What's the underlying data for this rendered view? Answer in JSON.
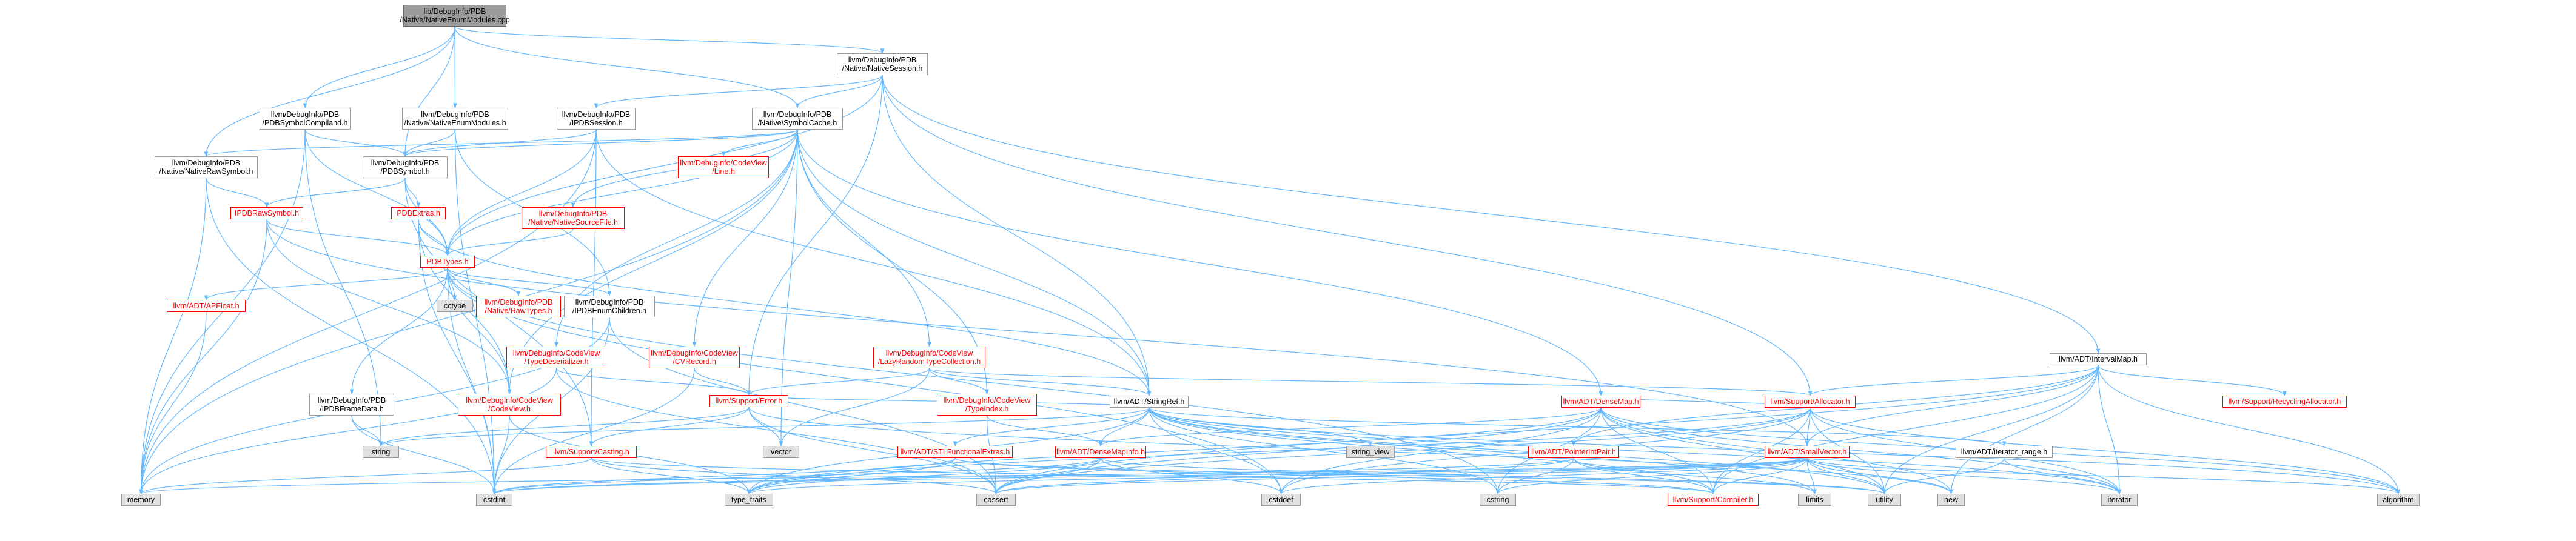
{
  "diagram": {
    "edge_color": "#63b8ff",
    "nodes": [
      {
        "id": "root",
        "label": "lib/DebugInfo/PDB\n/Native/NativeEnumModules.cpp",
        "style": "root"
      },
      {
        "id": "nativesession",
        "label": "llvm/DebugInfo/PDB\n/Native/NativeSession.h",
        "style": "normal"
      },
      {
        "id": "pdbsymbolcompiland",
        "label": "llvm/DebugInfo/PDB\n/PDBSymbolCompiland.h",
        "style": "normal"
      },
      {
        "id": "nativeenummodules",
        "label": "llvm/DebugInfo/PDB\n/Native/NativeEnumModules.h",
        "style": "normal"
      },
      {
        "id": "ipdbsession",
        "label": "llvm/DebugInfo/PDB\n/IPDBSession.h",
        "style": "normal"
      },
      {
        "id": "symbolcache",
        "label": "llvm/DebugInfo/PDB\n/Native/SymbolCache.h",
        "style": "normal"
      },
      {
        "id": "intervalmap",
        "label": "llvm/ADT/IntervalMap.h",
        "style": "normal"
      },
      {
        "id": "nativerawsymbol",
        "label": "llvm/DebugInfo/PDB\n/Native/NativeRawSymbol.h",
        "style": "normal"
      },
      {
        "id": "pdbsymbol",
        "label": "llvm/DebugInfo/PDB\n/PDBSymbol.h",
        "style": "normal"
      },
      {
        "id": "cvline",
        "label": "llvm/DebugInfo/CodeView\n/Line.h",
        "style": "red"
      },
      {
        "id": "ipdbrawsymbol",
        "label": "IPDBRawSymbol.h",
        "style": "red"
      },
      {
        "id": "pdbextras",
        "label": "PDBExtras.h",
        "style": "red"
      },
      {
        "id": "nativesourcefile",
        "label": "llvm/DebugInfo/PDB\n/Native/NativeSourceFile.h",
        "style": "red"
      },
      {
        "id": "pdbtypes",
        "label": "PDBTypes.h",
        "style": "red"
      },
      {
        "id": "apfloat",
        "label": "llvm/ADT/APFloat.h",
        "style": "red"
      },
      {
        "id": "cctype",
        "label": "cctype",
        "style": "gray"
      },
      {
        "id": "rawtypes",
        "label": "llvm/DebugInfo/PDB\n/Native/RawTypes.h",
        "style": "red"
      },
      {
        "id": "ipdbenumchildren",
        "label": "llvm/DebugInfo/PDB\n/IPDBEnumChildren.h",
        "style": "normal"
      },
      {
        "id": "typedeserializer",
        "label": "llvm/DebugInfo/CodeView\n/TypeDeserializer.h",
        "style": "red"
      },
      {
        "id": "cvrecord",
        "label": "llvm/DebugInfo/CodeView\n/CVRecord.h",
        "style": "red"
      },
      {
        "id": "lazyrandom",
        "label": "llvm/DebugInfo/CodeView\n/LazyRandomTypeCollection.h",
        "style": "red"
      },
      {
        "id": "ipdbframedata",
        "label": "llvm/DebugInfo/PDB\n/IPDBFrameData.h",
        "style": "normal"
      },
      {
        "id": "codeview",
        "label": "llvm/DebugInfo/CodeView\n/CodeView.h",
        "style": "red"
      },
      {
        "id": "supporterror",
        "label": "llvm/Support/Error.h",
        "style": "red"
      },
      {
        "id": "typeindex",
        "label": "llvm/DebugInfo/CodeView\n/TypeIndex.h",
        "style": "red"
      },
      {
        "id": "stringref",
        "label": "llvm/ADT/StringRef.h",
        "style": "normal"
      },
      {
        "id": "densemap",
        "label": "llvm/ADT/DenseMap.h",
        "style": "red"
      },
      {
        "id": "allocator",
        "label": "llvm/Support/Allocator.h",
        "style": "red"
      },
      {
        "id": "recyclingallocator",
        "label": "llvm/Support/RecyclingAllocator.h",
        "style": "red"
      },
      {
        "id": "string",
        "label": "string",
        "style": "gray"
      },
      {
        "id": "vector",
        "label": "vector",
        "style": "gray"
      },
      {
        "id": "string_view",
        "label": "string_view",
        "style": "gray"
      },
      {
        "id": "pointerintpair",
        "label": "llvm/ADT/PointerIntPair.h",
        "style": "red"
      },
      {
        "id": "smallvector",
        "label": "llvm/ADT/SmallVector.h",
        "style": "red"
      },
      {
        "id": "iteratorrange",
        "label": "llvm/ADT/iterator_range.h",
        "style": "normal"
      },
      {
        "id": "casting",
        "label": "llvm/Support/Casting.h",
        "style": "red"
      },
      {
        "id": "stlfunctional",
        "label": "llvm/ADT/STLFunctionalExtras.h",
        "style": "red"
      },
      {
        "id": "densemapinfo",
        "label": "llvm/ADT/DenseMapInfo.h",
        "style": "red"
      },
      {
        "id": "memory",
        "label": "memory",
        "style": "gray"
      },
      {
        "id": "cstdint",
        "label": "cstdint",
        "style": "gray"
      },
      {
        "id": "type_traits",
        "label": "type_traits",
        "style": "gray"
      },
      {
        "id": "cassert",
        "label": "cassert",
        "style": "gray"
      },
      {
        "id": "cstddef",
        "label": "cstddef",
        "style": "gray"
      },
      {
        "id": "cstring",
        "label": "cstring",
        "style": "gray"
      },
      {
        "id": "compiler",
        "label": "llvm/Support/Compiler.h",
        "style": "red"
      },
      {
        "id": "limits",
        "label": "limits",
        "style": "gray"
      },
      {
        "id": "utility",
        "label": "utility",
        "style": "gray"
      },
      {
        "id": "new",
        "label": "new",
        "style": "gray"
      },
      {
        "id": "iterator",
        "label": "iterator",
        "style": "gray"
      },
      {
        "id": "algorithm",
        "label": "algorithm",
        "style": "gray"
      }
    ],
    "edges": [
      [
        "root",
        "nativesession"
      ],
      [
        "root",
        "pdbsymbolcompiland"
      ],
      [
        "root",
        "nativeenummodules"
      ],
      [
        "root",
        "symbolcache"
      ],
      [
        "root",
        "pdbsymbol"
      ],
      [
        "root",
        "nativerawsymbol"
      ],
      [
        "nativesession",
        "ipdbsession"
      ],
      [
        "nativesession",
        "symbolcache"
      ],
      [
        "nativesession",
        "intervalmap"
      ],
      [
        "nativesession",
        "allocator"
      ],
      [
        "nativesession",
        "supporterror"
      ],
      [
        "nativesession",
        "stringref"
      ],
      [
        "nativesession",
        "pdbtypes"
      ],
      [
        "pdbsymbolcompiland",
        "pdbsymbol"
      ],
      [
        "pdbsymbolcompiland",
        "pdbtypes"
      ],
      [
        "pdbsymbolcompiland",
        "memory"
      ],
      [
        "pdbsymbolcompiland",
        "string"
      ],
      [
        "nativeenummodules",
        "pdbsymbol"
      ],
      [
        "nativeenummodules",
        "ipdbenumchildren"
      ],
      [
        "nativeenummodules",
        "cstdint"
      ],
      [
        "ipdbsession",
        "pdbsymbol"
      ],
      [
        "ipdbsession",
        "pdbtypes"
      ],
      [
        "ipdbsession",
        "casting"
      ],
      [
        "ipdbsession",
        "memory"
      ],
      [
        "ipdbsession",
        "stringref"
      ],
      [
        "symbolcache",
        "cvline"
      ],
      [
        "symbolcache",
        "nativesourcefile"
      ],
      [
        "symbolcache",
        "nativerawsymbol"
      ],
      [
        "symbolcache",
        "pdbsymbol"
      ],
      [
        "symbolcache",
        "pdbtypes"
      ],
      [
        "symbolcache",
        "typedeserializer"
      ],
      [
        "symbolcache",
        "cvrecord"
      ],
      [
        "symbolcache",
        "lazyrandom"
      ],
      [
        "symbolcache",
        "typeindex"
      ],
      [
        "symbolcache",
        "densemap"
      ],
      [
        "symbolcache",
        "stringref"
      ],
      [
        "symbolcache",
        "memory"
      ],
      [
        "symbolcache",
        "vector"
      ],
      [
        "symbolcache",
        "codeview"
      ],
      [
        "intervalmap",
        "allocator"
      ],
      [
        "intervalmap",
        "recyclingallocator"
      ],
      [
        "intervalmap",
        "pointerintpair"
      ],
      [
        "intervalmap",
        "smallvector"
      ],
      [
        "intervalmap",
        "compiler"
      ],
      [
        "intervalmap",
        "algorithm"
      ],
      [
        "intervalmap",
        "iterator"
      ],
      [
        "intervalmap",
        "new"
      ],
      [
        "intervalmap",
        "utility"
      ],
      [
        "intervalmap",
        "cassert"
      ],
      [
        "nativerawsymbol",
        "ipdbrawsymbol"
      ],
      [
        "nativerawsymbol",
        "cstdint"
      ],
      [
        "nativerawsymbol",
        "memory"
      ],
      [
        "pdbsymbol",
        "ipdbrawsymbol"
      ],
      [
        "pdbsymbol",
        "pdbextras"
      ],
      [
        "pdbsymbol",
        "pdbtypes"
      ],
      [
        "pdbsymbol",
        "casting"
      ],
      [
        "ipdbrawsymbol",
        "pdbtypes"
      ],
      [
        "ipdbrawsymbol",
        "codeview"
      ],
      [
        "ipdbrawsymbol",
        "memory"
      ],
      [
        "ipdbrawsymbol",
        "smallvector"
      ],
      [
        "pdbextras",
        "pdbtypes"
      ],
      [
        "pdbextras",
        "codeview"
      ],
      [
        "pdbextras",
        "cstdint"
      ],
      [
        "pdbextras",
        "stringref"
      ],
      [
        "nativesourcefile",
        "pdbtypes"
      ],
      [
        "pdbtypes",
        "apfloat"
      ],
      [
        "pdbtypes",
        "cctype"
      ],
      [
        "pdbtypes",
        "rawtypes"
      ],
      [
        "pdbtypes",
        "ipdbenumchildren"
      ],
      [
        "pdbtypes",
        "ipdbframedata"
      ],
      [
        "pdbtypes",
        "codeview"
      ],
      [
        "pdbtypes",
        "cstdint"
      ],
      [
        "pdbtypes",
        "cstddef"
      ],
      [
        "pdbtypes",
        "cstring"
      ],
      [
        "pdbtypes",
        "functional"
      ],
      [
        "apfloat",
        "memory"
      ],
      [
        "ipdbenumchildren",
        "memory"
      ],
      [
        "ipdbenumchildren",
        "cassert"
      ],
      [
        "ipdbenumchildren",
        "cstdint"
      ],
      [
        "typedeserializer",
        "supporterror"
      ],
      [
        "typedeserializer",
        "memory"
      ],
      [
        "typedeserializer",
        "cassert"
      ],
      [
        "cvrecord",
        "supporterror"
      ],
      [
        "cvrecord",
        "cstdint"
      ],
      [
        "lazyrandom",
        "typeindex"
      ],
      [
        "lazyrandom",
        "stringref"
      ],
      [
        "lazyrandom",
        "allocator"
      ],
      [
        "lazyrandom",
        "supporterror"
      ],
      [
        "lazyrandom",
        "vector"
      ],
      [
        "ipdbframedata",
        "cstdint"
      ],
      [
        "ipdbframedata",
        "string"
      ],
      [
        "codeview",
        "cstdint"
      ],
      [
        "codeview",
        "type_traits"
      ],
      [
        "supporterror",
        "casting"
      ],
      [
        "supporterror",
        "stringref"
      ],
      [
        "supporterror",
        "string"
      ],
      [
        "supporterror",
        "cassert"
      ],
      [
        "supporterror",
        "vector"
      ],
      [
        "supporterror",
        "new"
      ],
      [
        "typeindex",
        "densemapinfo"
      ],
      [
        "typeindex",
        "cassert"
      ],
      [
        "stringref",
        "densemapinfo"
      ],
      [
        "stringref",
        "stlfunctional"
      ],
      [
        "stringref",
        "iteratorrange"
      ],
      [
        "stringref",
        "compiler"
      ],
      [
        "stringref",
        "string"
      ],
      [
        "stringref",
        "string_view"
      ],
      [
        "stringref",
        "cstddef"
      ],
      [
        "stringref",
        "cstring"
      ],
      [
        "stringref",
        "limits"
      ],
      [
        "stringref",
        "type_traits"
      ],
      [
        "stringref",
        "utility"
      ],
      [
        "stringref",
        "algorithm"
      ],
      [
        "stringref",
        "iterator"
      ],
      [
        "densemap",
        "densemapinfo"
      ],
      [
        "densemap",
        "allocator"
      ],
      [
        "densemap",
        "compiler"
      ],
      [
        "densemap",
        "algorithm"
      ],
      [
        "densemap",
        "cassert"
      ],
      [
        "densemap",
        "cstddef"
      ],
      [
        "densemap",
        "cstring"
      ],
      [
        "densemap",
        "iterator"
      ],
      [
        "densemap",
        "new"
      ],
      [
        "densemap",
        "type_traits"
      ],
      [
        "densemap",
        "utility"
      ],
      [
        "allocator",
        "smallvector"
      ],
      [
        "allocator",
        "compiler"
      ],
      [
        "allocator",
        "algorithm"
      ],
      [
        "allocator",
        "cassert"
      ],
      [
        "allocator",
        "cstddef"
      ],
      [
        "allocator",
        "iterator"
      ],
      [
        "allocator",
        "type_traits"
      ],
      [
        "allocator",
        "utility"
      ],
      [
        "pointerintpair",
        "compiler"
      ],
      [
        "pointerintpair",
        "cassert"
      ],
      [
        "pointerintpair",
        "cstdint"
      ],
      [
        "pointerintpair",
        "cstring"
      ],
      [
        "pointerintpair",
        "limits"
      ],
      [
        "smallvector",
        "compiler"
      ],
      [
        "smallvector",
        "algorithm"
      ],
      [
        "smallvector",
        "cassert"
      ],
      [
        "smallvector",
        "cstddef"
      ],
      [
        "smallvector",
        "cstdint"
      ],
      [
        "smallvector",
        "cstring"
      ],
      [
        "smallvector",
        "iterator"
      ],
      [
        "smallvector",
        "limits"
      ],
      [
        "smallvector",
        "memory"
      ],
      [
        "smallvector",
        "new"
      ],
      [
        "smallvector",
        "type_traits"
      ],
      [
        "smallvector",
        "utility"
      ],
      [
        "iteratorrange",
        "iterator"
      ],
      [
        "iteratorrange",
        "utility"
      ],
      [
        "casting",
        "compiler"
      ],
      [
        "casting",
        "cassert"
      ],
      [
        "casting",
        "memory"
      ],
      [
        "casting",
        "type_traits"
      ],
      [
        "stlfunctional",
        "compiler"
      ],
      [
        "stlfunctional",
        "cstdint"
      ],
      [
        "stlfunctional",
        "type_traits"
      ],
      [
        "stlfunctional",
        "utility"
      ],
      [
        "densemapinfo",
        "cassert"
      ],
      [
        "densemapinfo",
        "cstddef"
      ],
      [
        "densemapinfo",
        "cstdint"
      ],
      [
        "densemapinfo",
        "type_traits"
      ],
      [
        "densemapinfo",
        "utility"
      ]
    ]
  }
}
